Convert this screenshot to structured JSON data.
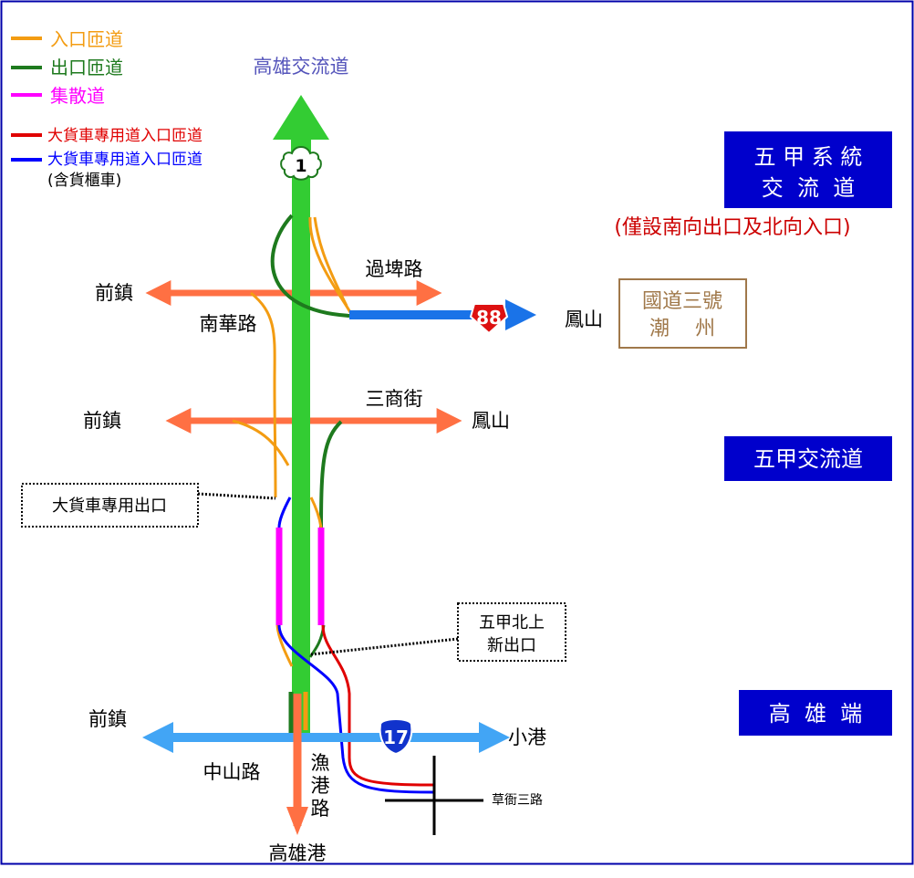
{
  "legend": {
    "entrance": "入口匝道",
    "exit": "出口匝道",
    "collector": "集散道",
    "truck_entrance_red": "大貨車專用道入口匝道",
    "truck_entrance_blue": "大貨車專用道入口匝道",
    "truck_note": "(含貨櫃車)"
  },
  "colors": {
    "entrance": "#f39c12",
    "exit": "#1e7a1e",
    "collector": "#ff00ff",
    "truck_red": "#e00000",
    "truck_blue": "#0000ff",
    "freeway": "#33cc33",
    "arterial": "#ff7043",
    "prov17": "#42a5f5",
    "hwy88": "#1a73e8",
    "box_blue": "#0000cc",
    "box_brown": "#a0784a",
    "note_red": "#cc0000",
    "title_blue": "#5555bb"
  },
  "freeway": {
    "destination": "高雄交流道",
    "shield": "1"
  },
  "interchanges": {
    "wujia_system": {
      "line1": "五 甲 系 統",
      "line2": "交  流  道",
      "note": "(僅設南向出口及北向入口)"
    },
    "wujia": {
      "label": "五甲交流道"
    },
    "kaohsiung_end": {
      "label": "高  雄  端"
    },
    "freeway3": {
      "line1": "國道三號",
      "line2": "潮    州"
    }
  },
  "roads": {
    "guopi": {
      "name": "過埤路",
      "west": "前鎮"
    },
    "nanhua": {
      "name": "南華路"
    },
    "hwy88": {
      "shield": "88",
      "east": "鳳山"
    },
    "sanshang": {
      "name": "三商街",
      "west": "前鎮",
      "east": "鳳山"
    },
    "zhongshan": {
      "name": "中山路",
      "west": "前鎮",
      "east": "小港",
      "shield": "17"
    },
    "yugang": {
      "name_chars": [
        "漁",
        "港",
        "路"
      ],
      "south": "高雄港"
    },
    "caoya3": {
      "name": "草衙三路"
    }
  },
  "callouts": {
    "truck_exit": "大貨車專用出口",
    "new_exit_line1": "五甲北上",
    "new_exit_line2": "新出口"
  }
}
